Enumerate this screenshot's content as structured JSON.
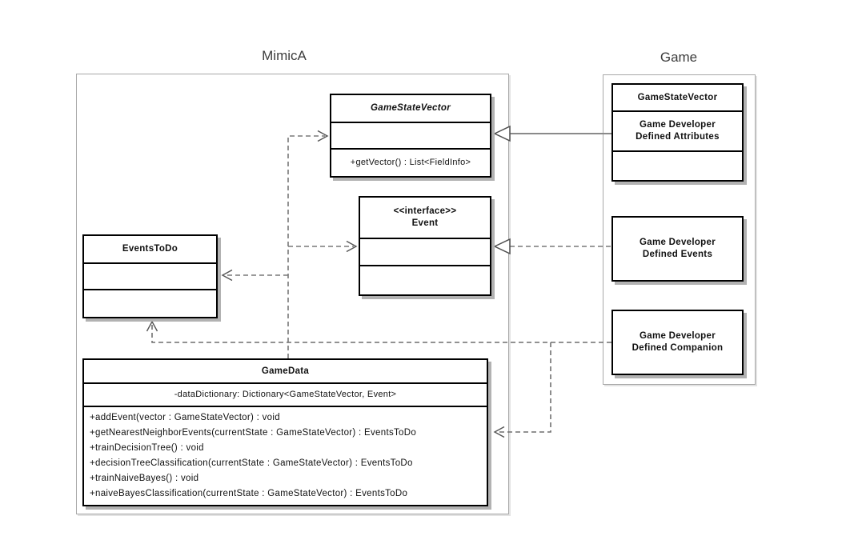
{
  "packages": {
    "mimica": {
      "label": "MimicA"
    },
    "game": {
      "label": "Game"
    }
  },
  "classes": {
    "gsv_abstract": {
      "name": "GameStateVector",
      "methods": [
        "+getVector() : List<FieldInfo>"
      ]
    },
    "event_interface": {
      "stereotype": "<<interface>>",
      "name": "Event"
    },
    "events_todo": {
      "name": "EventsToDo"
    },
    "game_data": {
      "name": "GameData",
      "attributes": [
        "-dataDictionary: Dictionary<GameStateVector, Event>"
      ],
      "methods": [
        "+addEvent(vector : GameStateVector) : void",
        "+getNearestNeighborEvents(currentState : GameStateVector) : EventsToDo",
        "+trainDecisionTree() : void",
        "+decisionTreeClassification(currentState : GameStateVector) : EventsToDo",
        "+trainNaiveBayes() : void",
        "+naiveBayesClassification(currentState : GameStateVector) : EventsToDo"
      ]
    },
    "gsv_game": {
      "name": "GameStateVector",
      "attributes": [
        "Game Developer\nDefined Attributes"
      ]
    },
    "gd_events": {
      "label": "Game Developer\nDefined Events"
    },
    "gd_companion": {
      "label": "Game Developer\nDefined Companion"
    }
  },
  "relationships": [
    {
      "from": "Game.GameStateVector",
      "to": "MimicA.GameStateVector",
      "type": "generalization"
    },
    {
      "from": "Game Developer Defined Events",
      "to": "Event",
      "type": "realization"
    },
    {
      "from": "GameData",
      "to": "GameStateVector",
      "type": "dependency"
    },
    {
      "from": "GameData",
      "to": "Event",
      "type": "dependency"
    },
    {
      "from": "GameData",
      "to": "EventsToDo",
      "type": "dependency"
    },
    {
      "from": "Game Developer Defined Companion",
      "to": "EventsToDo",
      "type": "dependency"
    },
    {
      "from": "Game Developer Defined Companion",
      "to": "GameData",
      "type": "dependency"
    }
  ],
  "colors": {
    "background": "#ffffff",
    "class_border": "#000000",
    "package_border": "#a8a8a8",
    "connector": "#787878",
    "shadow": "#b2b2b2",
    "text": "#111111"
  }
}
